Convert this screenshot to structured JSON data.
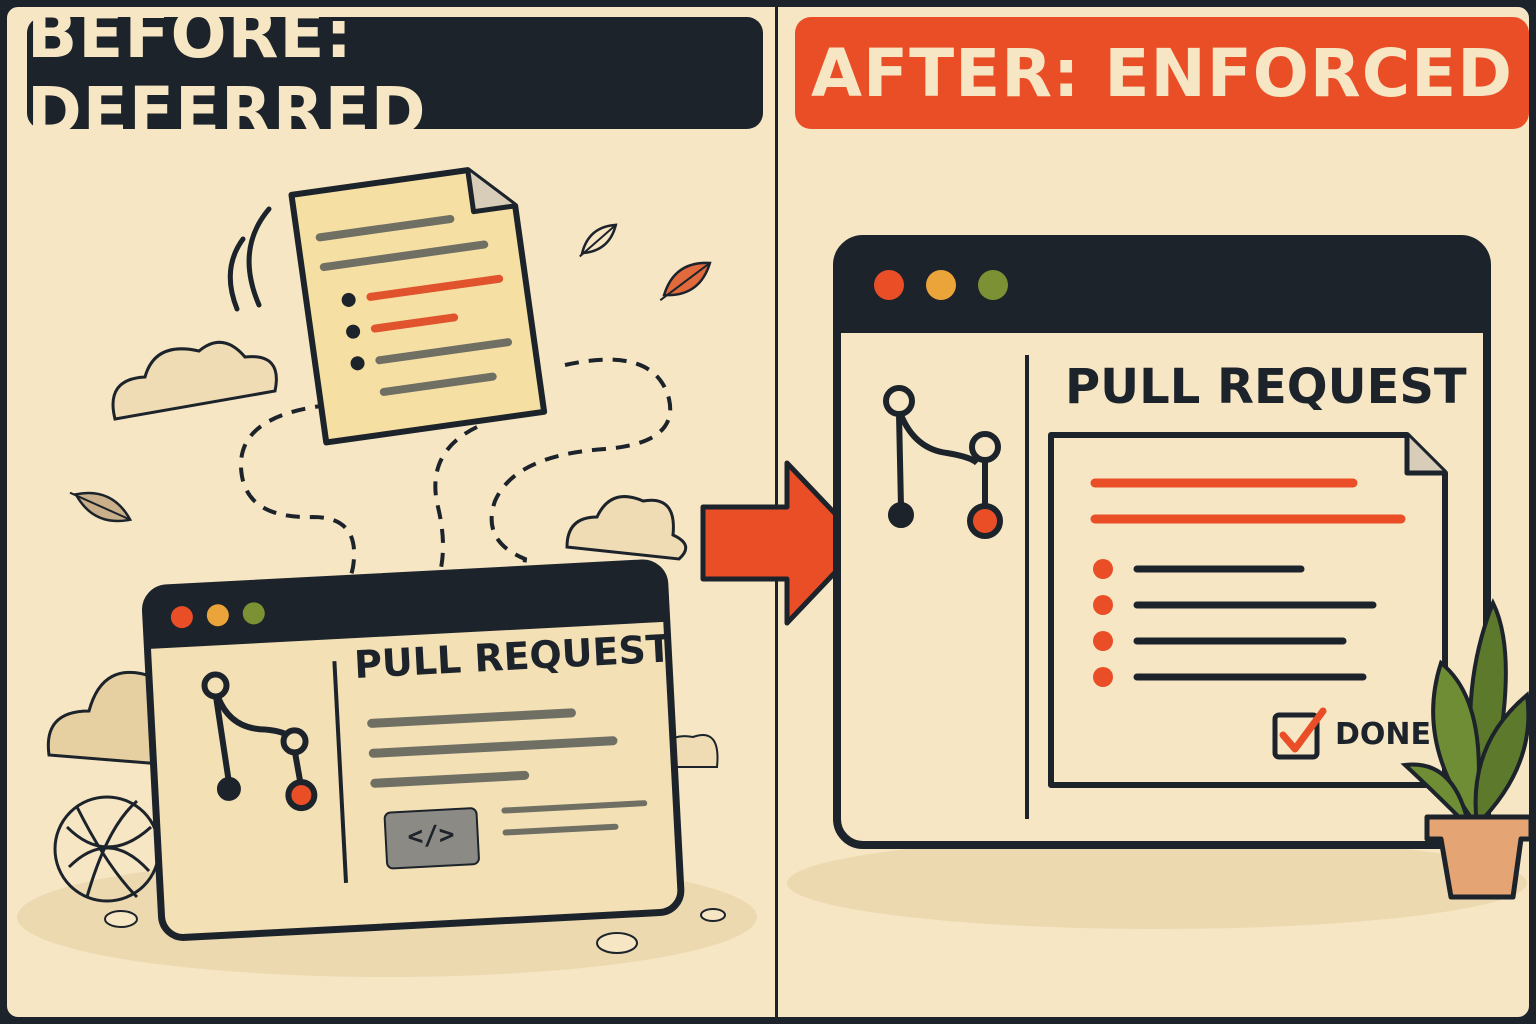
{
  "panels": {
    "before": {
      "banner": "BEFORE: DEFERRED",
      "pr_title": "PULL REQUEST",
      "code_tag": "</>"
    },
    "after": {
      "banner": "AFTER: ENFORCED",
      "pr_title": "PULL REQUEST",
      "done_label": "DONE"
    }
  },
  "colors": {
    "ink": "#1c232b",
    "paper": "#f6e6c4",
    "accent": "#e94e27",
    "window_yellow": "#eaa43a",
    "window_green": "#7c9133",
    "leaf_green": "#5d7a2c"
  }
}
